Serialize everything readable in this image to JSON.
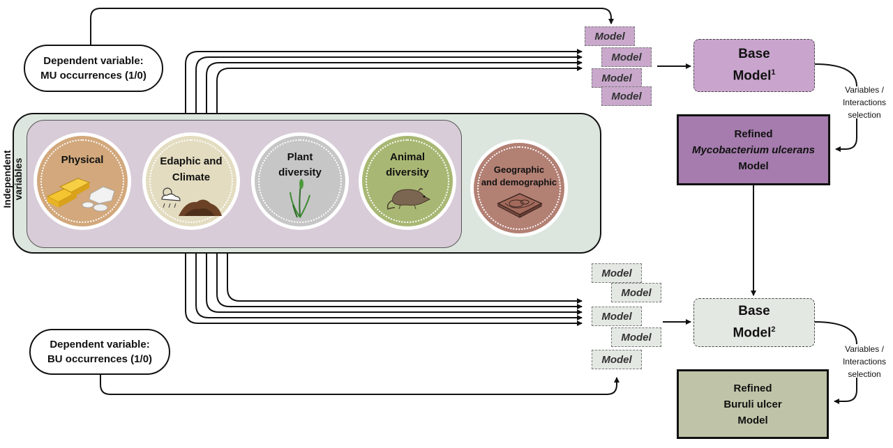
{
  "dependent_top": {
    "line1": "Dependent variable:",
    "line2": "MU occurrences (1/0)"
  },
  "dependent_bottom": {
    "line1": "Dependent variable:",
    "line2": "BU occurrences (1/0)"
  },
  "independent_label": {
    "line1": "Independent",
    "line2": "variables"
  },
  "categories": [
    {
      "line1": "Physical",
      "line2": "",
      "color": "#d2a87c",
      "icon": "gold-bars-icon"
    },
    {
      "line1": "Edaphic and",
      "line2": "Climate",
      "color": "#e3dcc0",
      "icon": "soil-weather-icon"
    },
    {
      "line1": "Plant",
      "line2": "diversity",
      "color": "#c6c6c6",
      "icon": "grass-icon"
    },
    {
      "line1": "Animal",
      "line2": "diversity",
      "color": "#a8b874",
      "icon": "rat-icon"
    },
    {
      "line1": "Geographic",
      "line2": "and demographic",
      "color": "#b38074",
      "icon": "terrain-map-icon"
    }
  ],
  "model_label": "Model",
  "base_top": {
    "line1": "Base",
    "line2": "Model",
    "sup": "1",
    "color": "#c9a5ce"
  },
  "base_bottom": {
    "line1": "Base",
    "line2": "Model",
    "sup": "2",
    "color": "#e3e8e3"
  },
  "selection_top": {
    "line1": "Variables /",
    "line2": "Interactions",
    "line3": "selection"
  },
  "selection_bottom": {
    "line1": "Variables /",
    "line2": "Interactions",
    "line3": "selection"
  },
  "refined_top": {
    "line1": "Refined",
    "line2": "Mycobacterium ulcerans",
    "line3": "Model",
    "color": "#a57cad"
  },
  "refined_bottom": {
    "line1": "Refined",
    "line2": "Buruli ulcer",
    "line3": "Model",
    "color": "#bfc4a8"
  }
}
